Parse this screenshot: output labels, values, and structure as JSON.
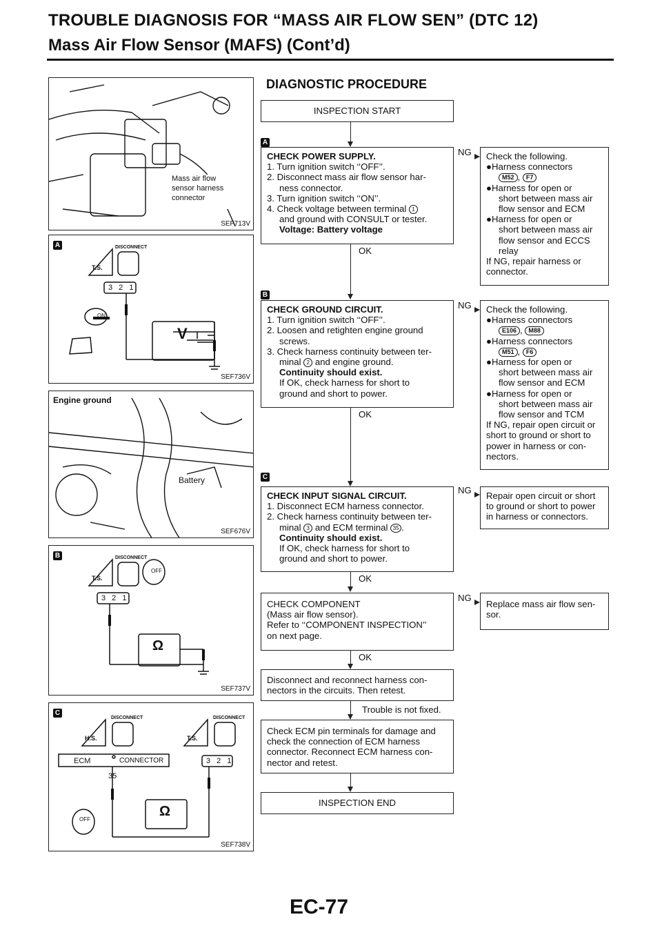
{
  "header": {
    "line1": "TROUBLE DIAGNOSIS FOR “MASS AIR FLOW SEN” (DTC 12)",
    "line2": "Mass Air Flow Sensor (MAFS) (Cont’d)"
  },
  "section_title": "DIAGNOSTIC PROCEDURE",
  "figures": {
    "fig1": {
      "label": "SEF713V",
      "callout": [
        "Mass air flow",
        "sensor harness",
        "connector"
      ]
    },
    "fig2": {
      "label": "SEF736V",
      "marker": "A",
      "ts": "T.S.",
      "disconnect": "DISCONNECT",
      "pins": "3 2 1",
      "on": "ON",
      "meter": "V"
    },
    "fig3": {
      "label": "SEF676V",
      "eng_ground": "Engine ground",
      "battery": "Battery"
    },
    "fig4": {
      "label": "SEF737V",
      "marker": "B",
      "ts": "T.S.",
      "disconnect": "DISCONNECT",
      "pins": "3 2 1",
      "off": "OFF",
      "meter": "Ω"
    },
    "fig5": {
      "label": "SEF738V",
      "marker": "C",
      "hs": "H.S.",
      "ts": "T.S.",
      "disconnect1": "DISCONNECT",
      "disconnect2": "DISCONNECT",
      "ecm": "ECM",
      "connector": "CONNECTOR",
      "pin35": "35",
      "pins": "3 2 1",
      "off": "OFF",
      "meter": "Ω"
    }
  },
  "flow": {
    "start": "INSPECTION START",
    "step1": {
      "marker": "A",
      "title": "CHECK POWER SUPPLY.",
      "l1": "1. Turn ignition switch ‘‘OFF’’.",
      "l2": "2. Disconnect mass air flow sensor har-",
      "l2b": "ness connector.",
      "l3": "3. Turn ignition switch ‘‘ON’’.",
      "l4a": "4. Check voltage between terminal",
      "l4n": "1",
      "l4b": "and ground with CONSULT or tester.",
      "volt": "Voltage: Battery voltage",
      "ok": "OK",
      "ng": "NG",
      "ngbox": {
        "l0": "Check the following.",
        "l1": "Harness connectors",
        "c1": "M52",
        "c2": "F7",
        "l2": "Harness for open or",
        "l2b": "short between mass air",
        "l2c": "flow sensor and ECM",
        "l3": "Harness for open or",
        "l3b": "short between mass air",
        "l3c": "flow sensor and ECCS",
        "l3d": "relay",
        "l4": "If NG, repair harness or",
        "l4b": "connector."
      }
    },
    "step2": {
      "marker": "B",
      "title": "CHECK GROUND CIRCUIT.",
      "l1": "1. Turn ignition switch ‘‘OFF’’.",
      "l2": "2. Loosen and retighten engine ground",
      "l2b": "screws.",
      "l3": "3. Check harness continuity between ter-",
      "l3a": "minal",
      "l3n": "2",
      "l3b": "and engine ground.",
      "cont": "Continuity should exist.",
      "l4": "If OK, check harness for short to",
      "l4b": "ground and short to power.",
      "ok": "OK",
      "ng": "NG",
      "ngbox": {
        "l0": "Check the following.",
        "l1": "Harness connectors",
        "c1": "E106",
        "c2": "M88",
        "l2": "Harness connectors",
        "c3": "M51",
        "c4": "F6",
        "l3": "Harness for open or",
        "l3b": "short between mass air",
        "l3c": "flow sensor and ECM",
        "l4": "Harness for open or",
        "l4b": "short between mass air",
        "l4c": "flow sensor and TCM",
        "l5": "If NG, repair open circuit or",
        "l5b": "short to ground or short to",
        "l5c": "power in harness or con-",
        "l5d": "nectors."
      }
    },
    "step3": {
      "marker": "C",
      "title": "CHECK INPUT SIGNAL CIRCUIT.",
      "l1": "1. Disconnect ECM harness connector.",
      "l2": "2. Check harness continuity between ter-",
      "l2a": "minal",
      "l2n": "3",
      "l2m": "and ECM terminal",
      "l2n2": "35",
      "cont": "Continuity should exist.",
      "l3": "If OK, check harness for short to",
      "l3b": "ground and short to power.",
      "ok": "OK",
      "ng": "NG",
      "ngbox": {
        "l1": "Repair open circuit or short",
        "l2": "to ground or short to power",
        "l3": "in harness or connectors."
      }
    },
    "step4": {
      "l1": "CHECK COMPONENT",
      "l2": "(Mass air flow sensor).",
      "l3": "Refer to ‘‘COMPONENT INSPECTION’’",
      "l4": "on next page.",
      "ok": "OK",
      "ng": "NG",
      "ngbox": {
        "l1": "Replace mass air flow sen-",
        "l2": "sor."
      }
    },
    "step5": {
      "l1": "Disconnect and reconnect harness con-",
      "l2": "nectors in the circuits. Then retest.",
      "note": "Trouble is not fixed."
    },
    "step6": {
      "l1": "Check ECM pin terminals for damage and",
      "l2": "check the connection of ECM harness",
      "l3": "connector. Reconnect ECM harness con-",
      "l4": "nector and retest."
    },
    "end": "INSPECTION END"
  },
  "footer": "EC-77"
}
